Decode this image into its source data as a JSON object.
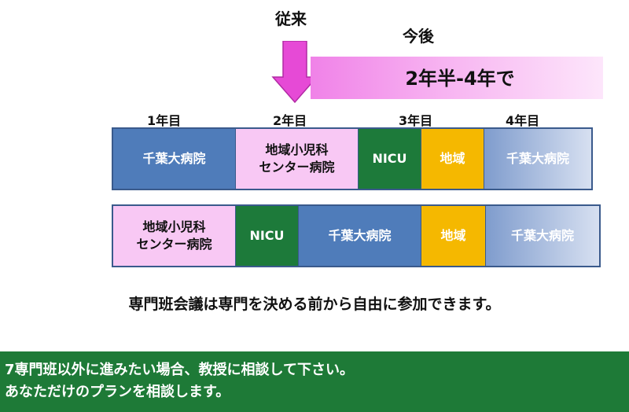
{
  "labels": {
    "conventional": "従来",
    "future": "今後",
    "banner": "2年半-4年で"
  },
  "years": [
    "1年目",
    "2年目",
    "3年目",
    "4年目"
  ],
  "rows": [
    {
      "cells": [
        {
          "text": "千葉大病院",
          "color": "#4f7cba"
        },
        {
          "text": "地域小児科\nセンター病院",
          "color": "#f8c8f4"
        },
        {
          "text": "NICU",
          "color": "#1d7a3a"
        },
        {
          "text": "地域",
          "color": "#f5b800"
        },
        {
          "text": "千葉大病院",
          "color": "#7f9ccd"
        }
      ]
    },
    {
      "cells": [
        {
          "text": "地域小児科\nセンター病院",
          "color": "#f8c8f4"
        },
        {
          "text": "NICU",
          "color": "#1d7a3a"
        },
        {
          "text": "千葉大病院",
          "color": "#4f7cba"
        },
        {
          "text": "地域",
          "color": "#f5b800"
        },
        {
          "text": "千葉大病院",
          "color": "#7f9ccd"
        }
      ]
    }
  ],
  "note": "専門班会議は専門を決める前から自由に参加できます。",
  "footer": {
    "line1": "7専門班以外に進みたい場合、教授に相談して下さい。",
    "line2": "あなただけのプランを相談します。"
  },
  "colors": {
    "arrow": "#e64ad6",
    "banner": "#f7b3f1",
    "footer_bg": "#1e7a37"
  }
}
